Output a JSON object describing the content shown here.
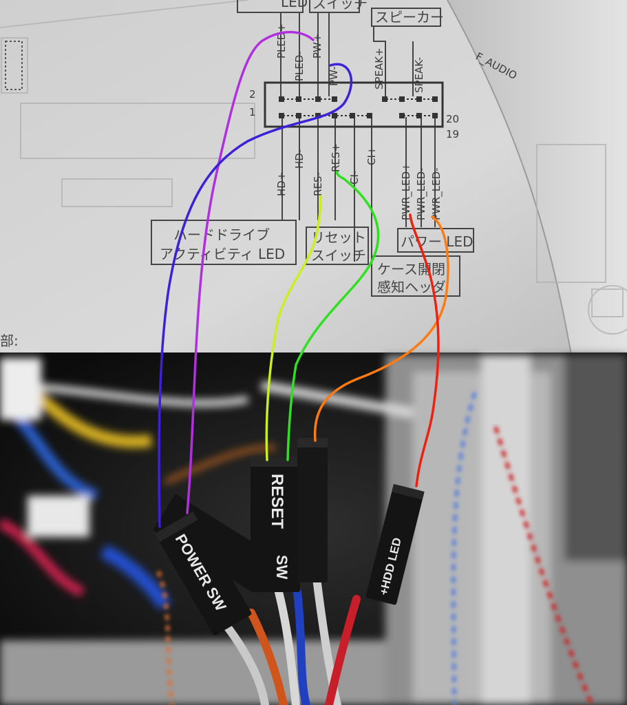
{
  "manual": {
    "header_labels": [
      "LED",
      "スイッチ",
      "スピーカー"
    ],
    "top_pins": [
      "PLED+",
      "PLED-",
      "PW+",
      "PW-",
      "SPEAK+",
      "SPEAK-"
    ],
    "bottom_pins": [
      "HD+",
      "HD-",
      "RES-",
      "RES+",
      "CI-",
      "CI+",
      "PWR_LED+",
      "PWR_LED-",
      "PWR_LED-"
    ],
    "pin_numbers": [
      "2",
      "1",
      "20",
      "19"
    ],
    "group_labels": {
      "hdd_line1": "ハードドライブ",
      "hdd_line2": "アクティビティ LED",
      "reset_line1": "リセット",
      "reset_line2": "スイッチ",
      "power_led": "パワー LED",
      "chassis_line1": "ケース開閉",
      "chassis_line2": "感知ヘッダ"
    },
    "side_text": "部:",
    "side_text_right": "F_AUDIO"
  },
  "connectors": {
    "power_sw": "POWER SW",
    "reset_sw_a": "RESET",
    "reset_sw_b": "SW",
    "hdd_led": "+HDD LED"
  },
  "colors": {
    "power_sw_wire": "#b030e0",
    "power_sw_wire2": "#3a22d8",
    "reset_wire": "#c8f020",
    "reset_wire2": "#30e020",
    "hdd_led_wire": "#ee2010",
    "hdd_led_wire2": "#ff7a10"
  }
}
